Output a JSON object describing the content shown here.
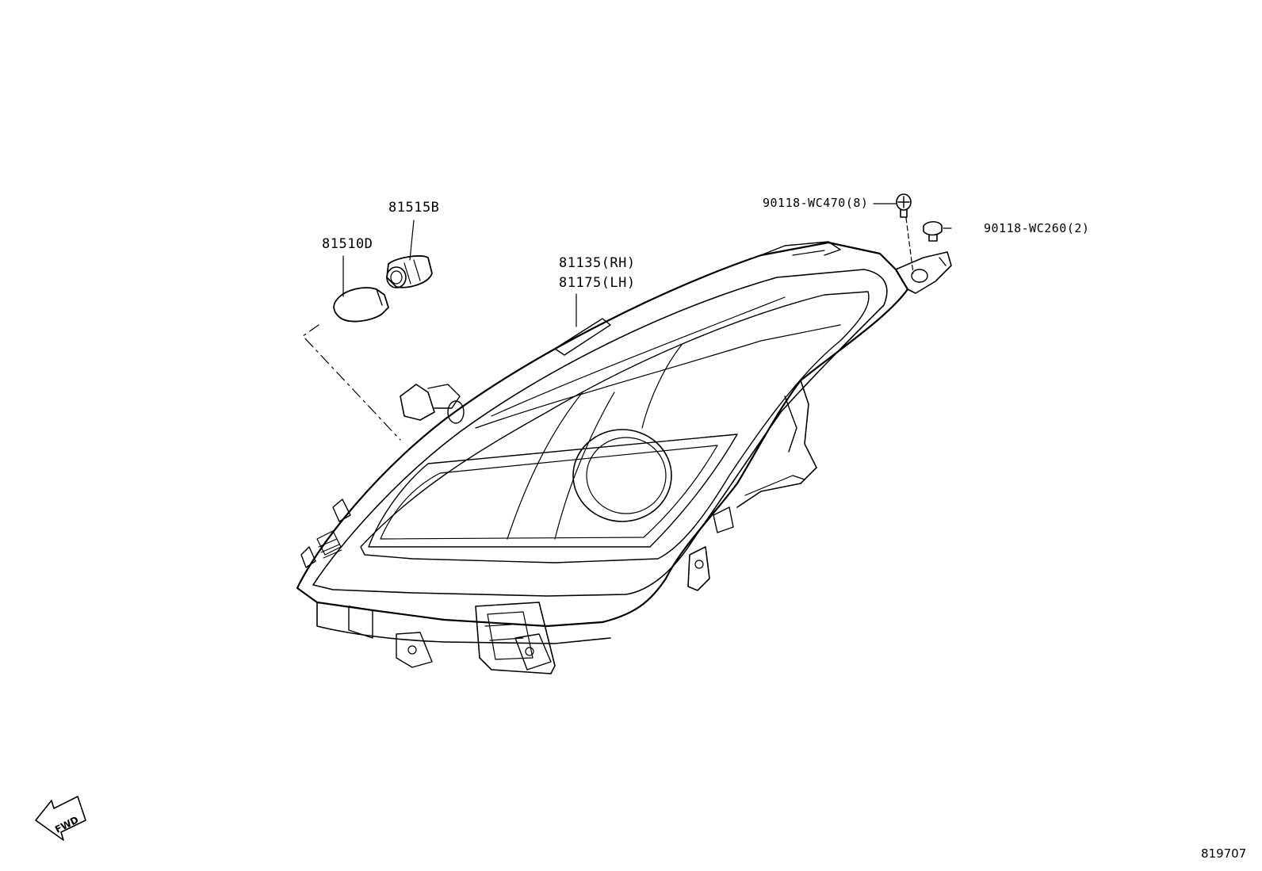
{
  "parts": {
    "bulb": {
      "number": "81510D"
    },
    "socket": {
      "number": "81515B"
    },
    "headlamp_rh": {
      "number": "81135(RH)"
    },
    "headlamp_lh": {
      "number": "81175(LH)"
    },
    "screw_a": {
      "number": "90118-WC470(8)"
    },
    "screw_b": {
      "number": "90118-WC260(2)"
    }
  },
  "fwd_indicator": {
    "label": "FWD",
    "icon": "fwd-arrow-icon"
  },
  "diagram_id": "819707"
}
